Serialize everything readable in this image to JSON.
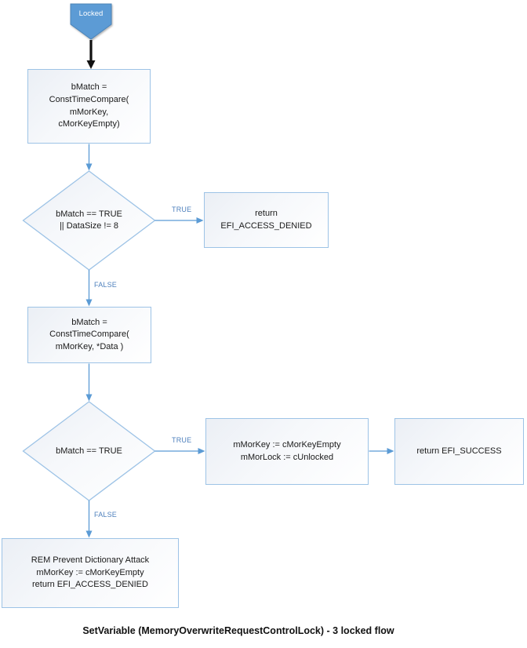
{
  "diagram": {
    "title": "SetVariable (MemoryOverwriteRequestControlLock) - 3 locked flow",
    "nodes": {
      "start": {
        "label": "Locked",
        "shape": "pentagon-down"
      },
      "compare_empty": {
        "shape": "process",
        "text": "bMatch =\nConstTimeCompare(\nmMorKey,\ncMorKeyEmpty)"
      },
      "decision_empty": {
        "shape": "decision",
        "text": "bMatch == TRUE\n|| DataSize != 8"
      },
      "access_denied_1": {
        "shape": "process",
        "text": "return\nEFI_ACCESS_DENIED"
      },
      "compare_data": {
        "shape": "process",
        "text": "bMatch =\nConstTimeCompare(\nmMorKey, *Data )"
      },
      "decision_match": {
        "shape": "decision",
        "text": "bMatch == TRUE"
      },
      "unlock": {
        "shape": "process",
        "text": "mMorKey := cMorKeyEmpty\nmMorLock := cUnlocked"
      },
      "success": {
        "shape": "process",
        "text": "return EFI_SUCCESS"
      },
      "dictionary_attack": {
        "shape": "process",
        "text": "REM Prevent Dictionary Attack\nmMorKey := cMorKeyEmpty\nreturn EFI_ACCESS_DENIED"
      }
    },
    "edges": {
      "true1": {
        "label": "TRUE"
      },
      "false1": {
        "label": "FALSE"
      },
      "true2": {
        "label": "TRUE"
      },
      "false2": {
        "label": "FALSE"
      }
    },
    "colors": {
      "start_fill": "#5b9bd5",
      "start_border": "#4d84b8",
      "shape_border": "#9dc3e6",
      "shape_fill_tint": "#ebeff5",
      "connector_blue": "#5b9bd5",
      "edge_label_blue": "#4f81bd",
      "start_arrow_black": "#111111",
      "text_color": "#1a1a1a"
    }
  }
}
